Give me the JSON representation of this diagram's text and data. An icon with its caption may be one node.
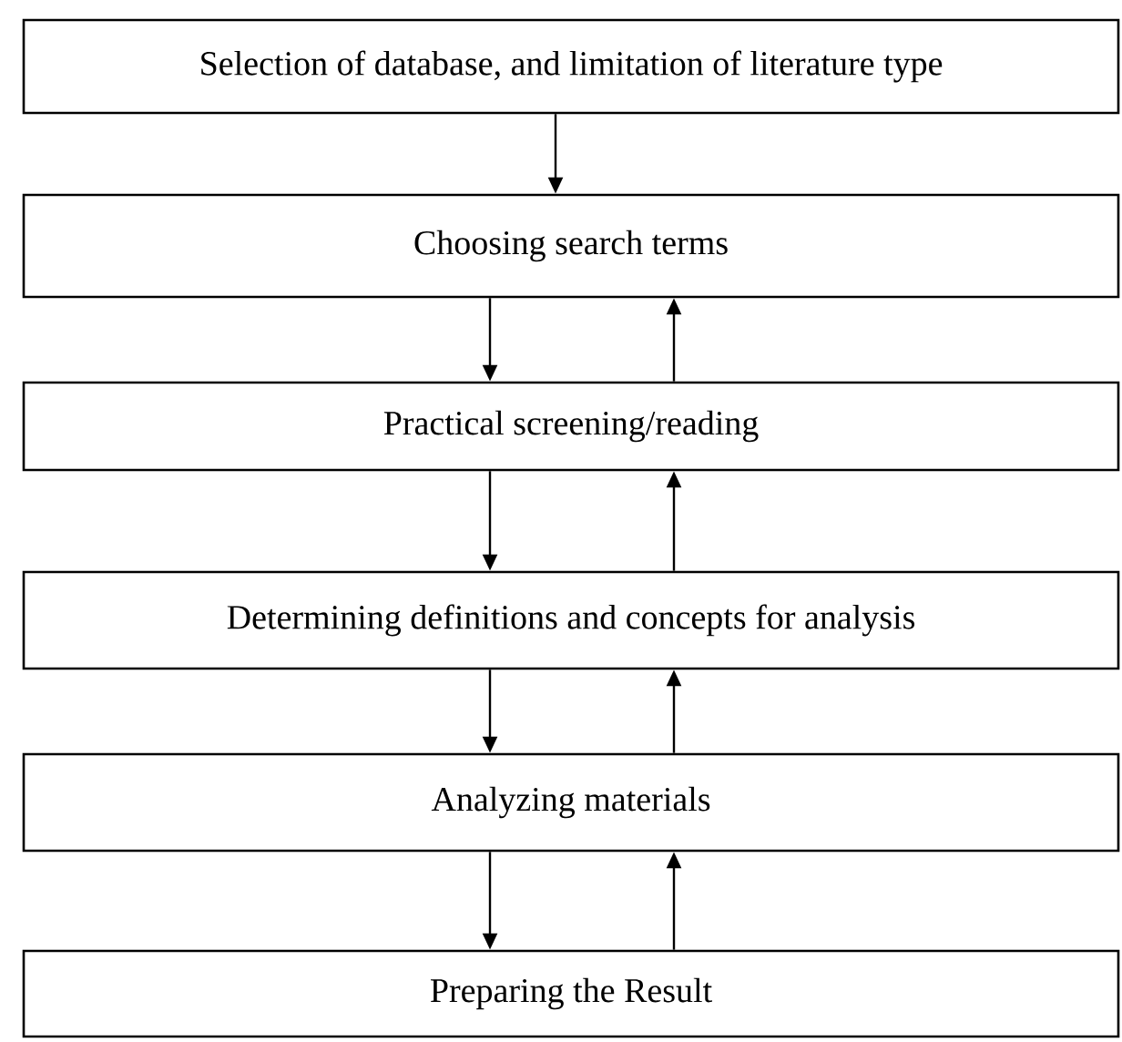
{
  "diagram": {
    "nodes": [
      {
        "text": [
          "Selection of database, and limitation of literature type"
        ]
      },
      {
        "text": [
          "Choosing search terms"
        ]
      },
      {
        "text": [
          "Practical screening/reading"
        ]
      },
      {
        "text": [
          "Determining definitions and concepts for analysis"
        ]
      },
      {
        "text": [
          "Analyzing materials"
        ]
      },
      {
        "text": [
          "Preparing the Result"
        ]
      }
    ],
    "edges": [
      {
        "from": 0,
        "to": 1,
        "arrow": "to"
      },
      {
        "from": 1,
        "to": 2,
        "arrow": "to"
      },
      {
        "from": 2,
        "to": 1,
        "arrow": "to"
      },
      {
        "from": 2,
        "to": 3,
        "arrow": "to"
      },
      {
        "from": 3,
        "to": 2,
        "arrow": "to"
      },
      {
        "from": 3,
        "to": 4,
        "arrow": "to"
      },
      {
        "from": 4,
        "to": 3,
        "arrow": "to"
      },
      {
        "from": 4,
        "to": 5,
        "arrow": "to"
      },
      {
        "from": 5,
        "to": 4,
        "arrow": "to"
      }
    ]
  }
}
